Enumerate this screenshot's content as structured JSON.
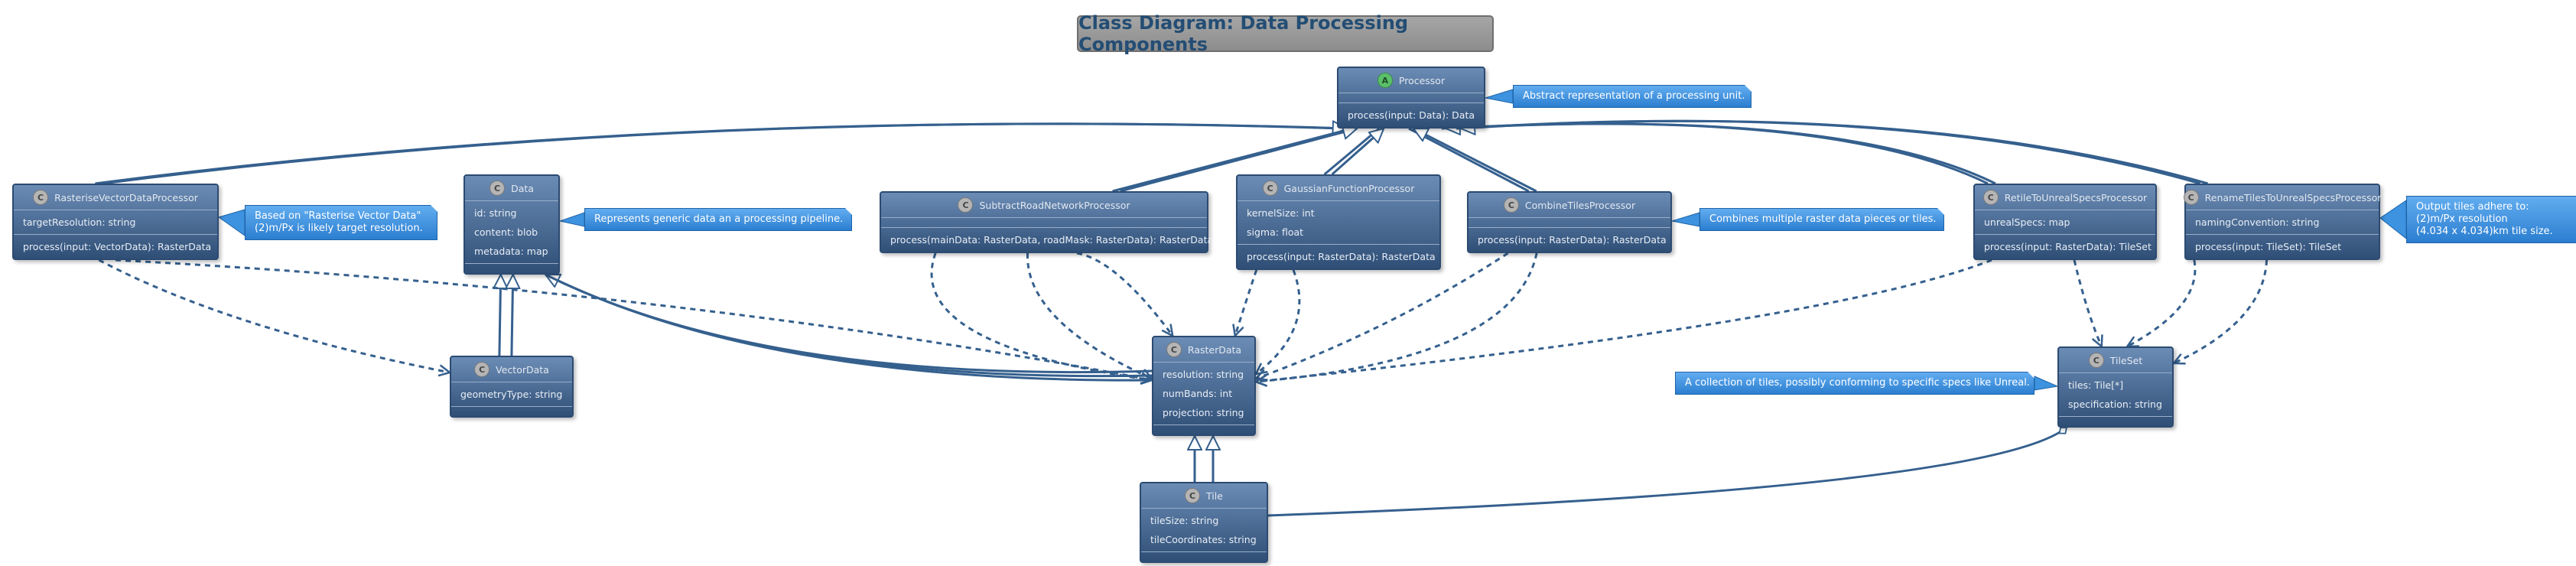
{
  "diagram": {
    "title": "Class Diagram: Data Processing Components",
    "colors": {
      "class_fill_top": "#6b8cb5",
      "class_fill_bottom": "#2f4f77",
      "note_fill": "#3d93e0",
      "edge": "#35608e",
      "abstract_badge": "#5cbf6b"
    },
    "classes": {
      "processor": {
        "stereotype_icon": "A",
        "name": "Processor",
        "attributes": [],
        "methods": [
          "process(input: Data): Data"
        ]
      },
      "rasterise_vector": {
        "stereotype_icon": "C",
        "name": "RasteriseVectorDataProcessor",
        "attributes": [
          "targetResolution: string"
        ],
        "methods": [
          "process(input: VectorData): RasterData"
        ]
      },
      "data": {
        "stereotype_icon": "C",
        "name": "Data",
        "attributes": [
          "id: string",
          "content: blob",
          "metadata: map"
        ],
        "methods": []
      },
      "vector_data": {
        "stereotype_icon": "C",
        "name": "VectorData",
        "attributes": [
          "geometryType: string"
        ],
        "methods": []
      },
      "subtract_road": {
        "stereotype_icon": "C",
        "name": "SubtractRoadNetworkProcessor",
        "attributes": [],
        "methods": [
          "process(mainData: RasterData, roadMask: RasterData): RasterData"
        ]
      },
      "gaussian": {
        "stereotype_icon": "C",
        "name": "GaussianFunctionProcessor",
        "attributes": [
          "kernelSize: int",
          "sigma: float"
        ],
        "methods": [
          "process(input: RasterData): RasterData"
        ]
      },
      "combine_tiles": {
        "stereotype_icon": "C",
        "name": "CombineTilesProcessor",
        "attributes": [],
        "methods": [
          "process(input: RasterData): RasterData"
        ]
      },
      "raster_data": {
        "stereotype_icon": "C",
        "name": "RasterData",
        "attributes": [
          "resolution: string",
          "numBands: int",
          "projection: string"
        ],
        "methods": []
      },
      "tile": {
        "stereotype_icon": "C",
        "name": "Tile",
        "attributes": [
          "tileSize: string",
          "tileCoordinates: string"
        ],
        "methods": []
      },
      "retile": {
        "stereotype_icon": "C",
        "name": "RetileToUnrealSpecsProcessor",
        "attributes": [
          "unrealSpecs: map"
        ],
        "methods": [
          "process(input: RasterData): TileSet"
        ]
      },
      "rename_tiles": {
        "stereotype_icon": "C",
        "name": "RenameTilesToUnrealSpecsProcessor",
        "attributes": [
          "namingConvention: string"
        ],
        "methods": [
          "process(input: TileSet): TileSet"
        ]
      },
      "tileset": {
        "stereotype_icon": "C",
        "name": "TileSet",
        "attributes": [
          "tiles: Tile[*]",
          "specification: string"
        ],
        "methods": []
      }
    },
    "notes": {
      "processor_note": [
        "Abstract representation of a processing unit."
      ],
      "rasterise_note": [
        "Based on \"Rasterise Vector Data\"",
        "(2)m/Px is likely target resolution."
      ],
      "data_note": [
        "Represents generic data an a processing pipeline."
      ],
      "combine_note": [
        "Combines multiple raster data pieces or tiles."
      ],
      "tileset_note": [
        "A collection of tiles, possibly conforming to specific specs like Unreal."
      ],
      "rename_note": [
        "Output tiles adhere to:",
        "(2)m/Px resolution",
        "(4.034 x 4.034)km tile size."
      ]
    }
  }
}
